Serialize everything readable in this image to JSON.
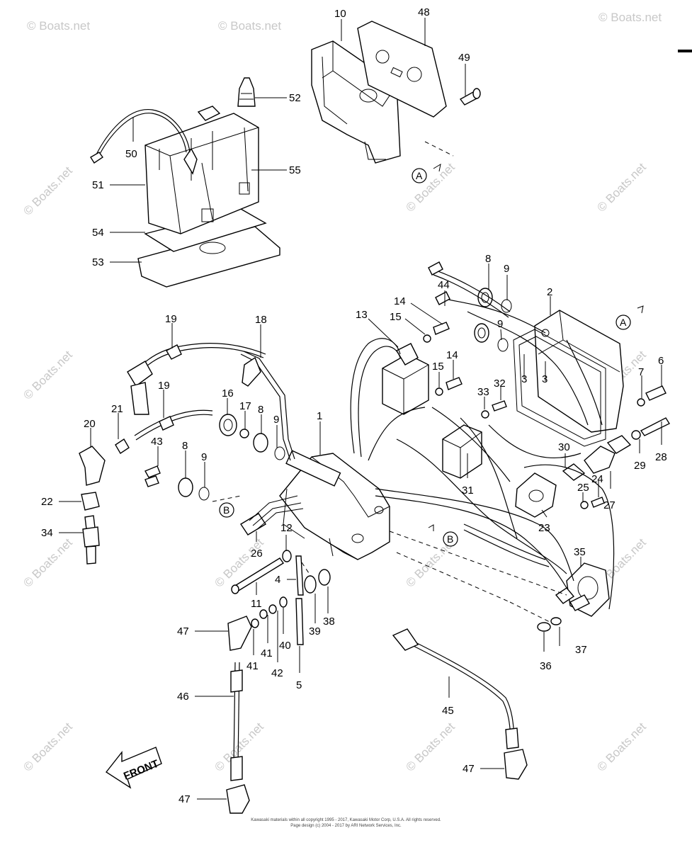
{
  "watermark": "© Boats.net",
  "front_label": "FRONT",
  "footer": {
    "line1": "Kawasaki materials within all copyright 1995 - 2017, Kawasaki Motor Corp, U.S.A.  All rights reserved.",
    "line2": "Page design (c) 2004 - 2017 by ARI Network Services, Inc."
  },
  "references": {
    "a": "A",
    "b": "B"
  },
  "callouts": [
    "10",
    "48",
    "49",
    "52",
    "50",
    "55",
    "51",
    "54",
    "53",
    "8",
    "9",
    "44",
    "14",
    "15",
    "13",
    "2",
    "19",
    "18",
    "9",
    "14",
    "15",
    "3",
    "33",
    "32",
    "3",
    "7",
    "6",
    "16",
    "17",
    "21",
    "20",
    "19",
    "8",
    "9",
    "1",
    "43",
    "8",
    "9",
    "30",
    "28",
    "29",
    "24",
    "25",
    "27",
    "22",
    "34",
    "31",
    "23",
    "26",
    "12",
    "35",
    "11",
    "4",
    "38",
    "39",
    "40",
    "41",
    "41",
    "42",
    "5",
    "47",
    "37",
    "36",
    "46",
    "45",
    "47",
    "47"
  ]
}
